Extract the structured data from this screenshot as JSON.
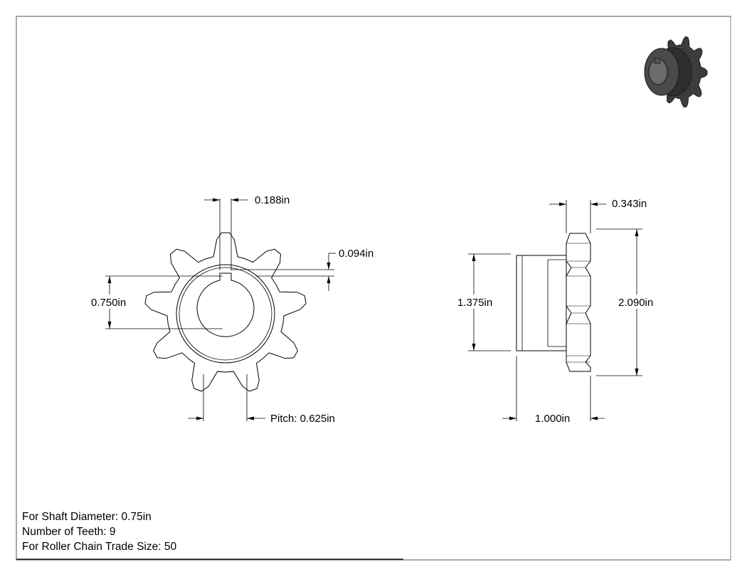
{
  "dimensions": {
    "keyway_width": "0.188in",
    "keyway_depth": "0.094in",
    "bore": "0.750in",
    "pitch": "Pitch: 0.625in",
    "tooth_width": "0.343in",
    "hub_diameter": "1.375in",
    "outer_diameter": "2.090in",
    "overall_length": "1.000in"
  },
  "notes": {
    "shaft": "For Shaft Diameter: 0.75in",
    "teeth": "Number of Teeth: 9",
    "chain": "For Roller Chain Trade Size: 50"
  },
  "colors": {
    "line": "#000000",
    "iso_body": "#3c3c3c",
    "iso_dark": "#1e1e1e",
    "background": "#ffffff"
  },
  "views": [
    "front-view",
    "side-view",
    "isometric-view"
  ]
}
